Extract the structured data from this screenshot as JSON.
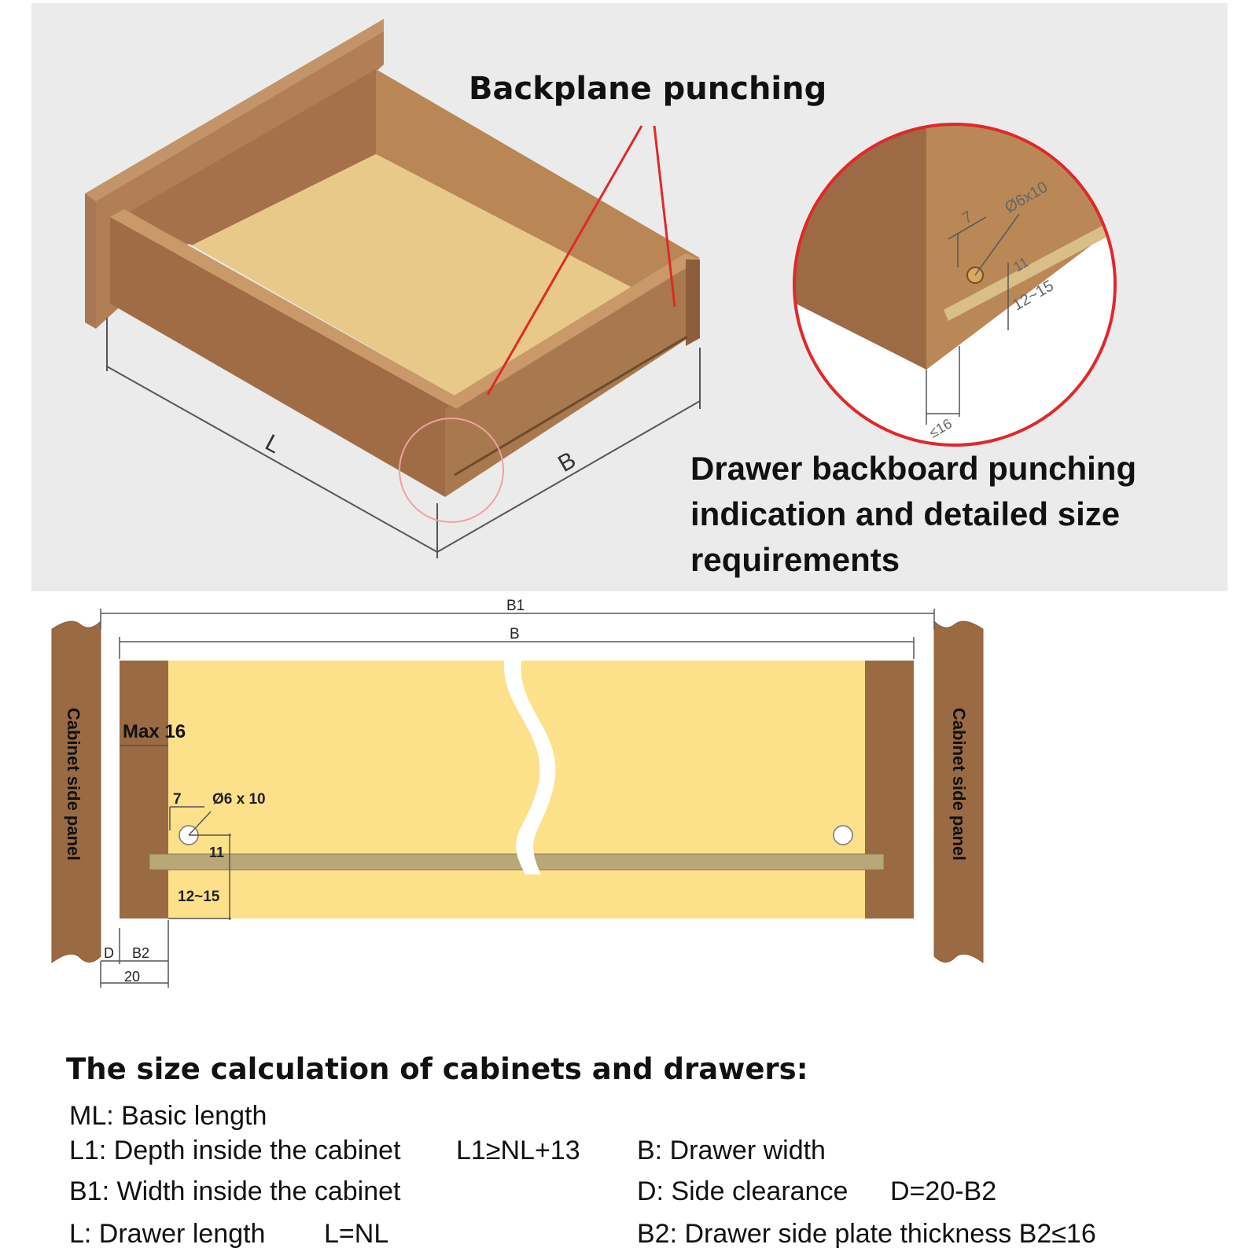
{
  "top_panel": {
    "backplane_label": "Backplane punching",
    "caption_lines": [
      "Drawer backboard punching",
      "indication and detailed size",
      "requirements"
    ],
    "dim_L": "L",
    "dim_B": "B",
    "detail": {
      "hole": "Ø6x10",
      "offset": "7",
      "height": "11",
      "range": "12~15",
      "side": "≤16"
    }
  },
  "bottom_diagram": {
    "B1": "B1",
    "B": "B",
    "max16": "Max 16",
    "hole": "Ø6 x 10",
    "offset": "7",
    "height": "11",
    "range": "12~15",
    "D": "D",
    "B2": "B2",
    "twenty": "20",
    "cabinet_side_left": "Cabinet side panel",
    "cabinet_side_right": "Cabinet side panel"
  },
  "notes": {
    "title": "The size calculation of cabinets and drawers:",
    "ml": "ML: Basic length",
    "l1": "L1: Depth inside the cabinet",
    "l1_formula": "L1≥NL+13",
    "b1": "B1: Width inside the cabinet",
    "l": "L: Drawer length",
    "l_formula": "L=NL",
    "b": "B: Drawer width",
    "d": "D: Side clearance",
    "d_formula": "D=20-B2",
    "b2": "B2: Drawer side plate thickness B2≤16"
  },
  "colors": {
    "panel_bg": "#ebebeb",
    "wood_dark": "#9a6a43",
    "wood_mid": "#a87a50",
    "wood_light": "#c4966a",
    "drawer_floor": "#e8c98a",
    "bottom_board": "#fde08a",
    "rail": "#b8a777",
    "highlight": "#e0282a"
  }
}
